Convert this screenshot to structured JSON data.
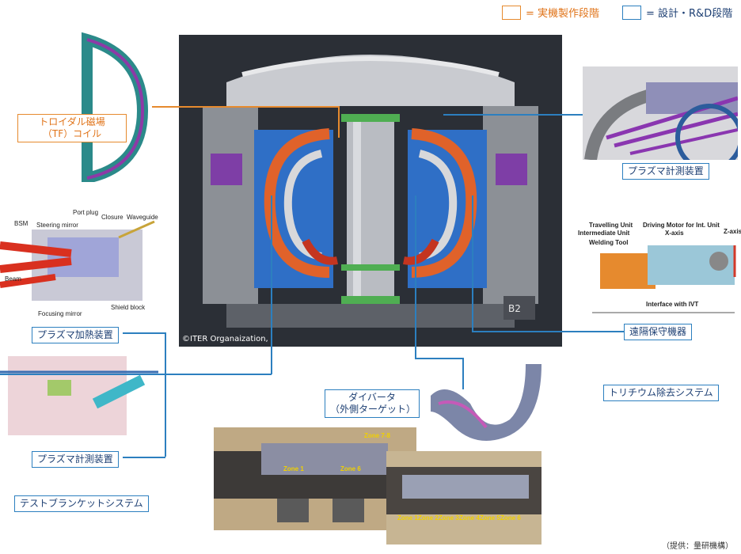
{
  "legend": {
    "manufacturing": "= 実機製作段階",
    "design": "= 設計・R&D段階",
    "manufacturing_color": "#e68a2e",
    "design_color": "#2c7fbf"
  },
  "labels": {
    "tf_coil": "トロイダル磁場\n（TF）コイル",
    "plasma_diag_top": "プラズマ計測装置",
    "remote_handling": "遠隔保守機器",
    "plasma_heating": "プラズマ加熱装置",
    "plasma_diag_left": "プラズマ計測装置",
    "test_blanket": "テストブランケットシステム",
    "divertor": "ダイバータ\n（外側ターゲット）",
    "tritium_removal": "トリチウム除去システム"
  },
  "heating_diagram": {
    "bsm": "BSM",
    "steering": "Steering mirror",
    "port_plug": "Port plug",
    "closure": "Closure",
    "waveguide": "Waveguide",
    "beam": "Beam",
    "focusing": "Focusing mirror",
    "shield": "Shield block"
  },
  "remote_diagram": {
    "travelling": "Travelling Unit",
    "intermediate": "Intermediate Unit",
    "welding": "Welding Tool",
    "driving": "Driving Motor for Int. Unit",
    "xaxis": "X-axis",
    "zaxis": "Z-axis",
    "interface": "Interface with IVT"
  },
  "zones": {
    "zone78": "Zone 7-8",
    "left": [
      "Zone 1",
      "Zone 6"
    ],
    "right": [
      "Zone 1",
      "Zone 2",
      "Zone 3",
      "Zone 4",
      "Zone 5",
      "Zone 6"
    ]
  },
  "tokamak": {
    "copyright": "©ITER Organaization,",
    "b2": "B2"
  },
  "credit": "（提供：量研機構）"
}
